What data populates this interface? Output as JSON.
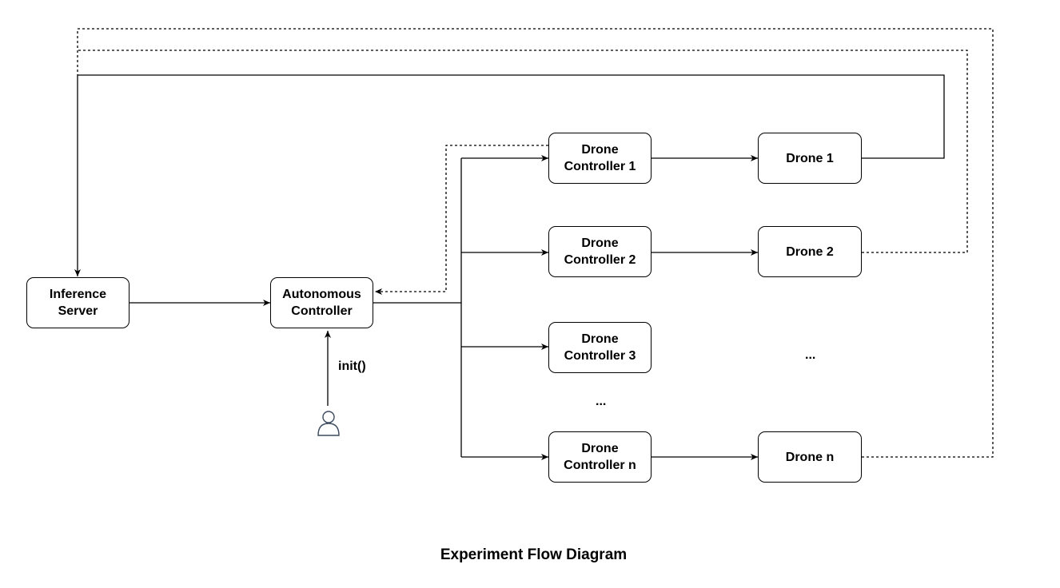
{
  "title": "Experiment Flow Diagram",
  "nodes": {
    "inference_server": "Inference\nServer",
    "autonomous_controller": "Autonomous\nController",
    "drone_controller_1": "Drone\nController 1",
    "drone_controller_2": "Drone\nController 2",
    "drone_controller_3": "Drone\nController 3",
    "drone_controller_n": "Drone\nController n",
    "drone_1": "Drone 1",
    "drone_2": "Drone 2",
    "drone_n": "Drone n"
  },
  "labels": {
    "init": "init()",
    "ellipsis_controllers": "...",
    "ellipsis_drones": "..."
  },
  "icons": {
    "user": "user-icon"
  },
  "colors": {
    "stroke": "#000000",
    "background": "#ffffff",
    "user_icon": "#3b4a5e"
  }
}
